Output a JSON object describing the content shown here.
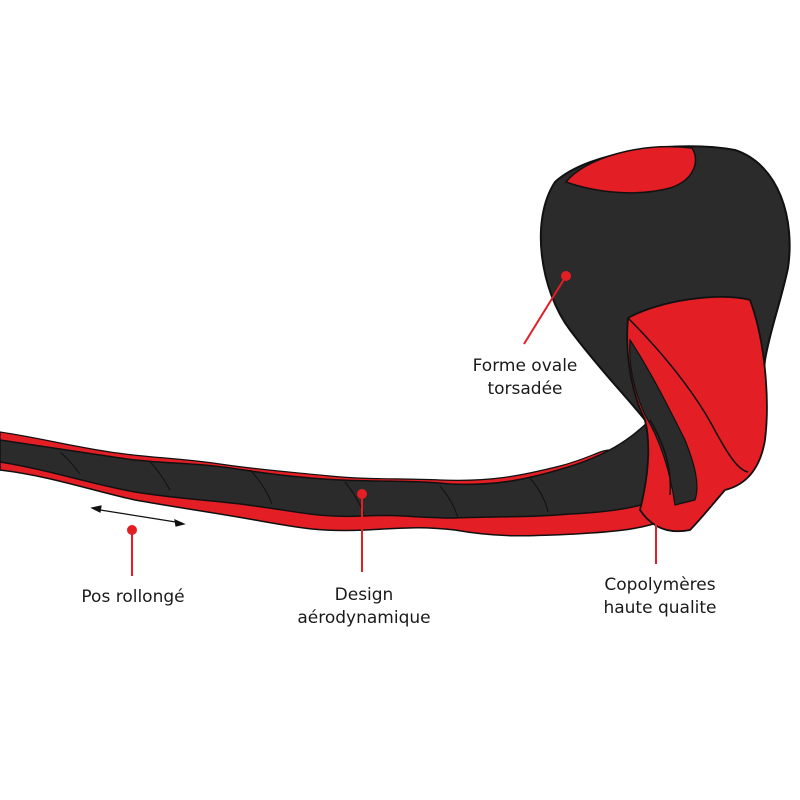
{
  "colors": {
    "red": "#e31e24",
    "dark": "#2b2b2b",
    "outline": "#111111",
    "background": "#ffffff"
  },
  "callouts": [
    {
      "id": "forme-ovale",
      "lines": [
        "Forme ovale",
        "torsadée"
      ]
    },
    {
      "id": "copolymeres",
      "lines": [
        "Copolymères",
        "haute qualite"
      ]
    },
    {
      "id": "design",
      "lines": [
        "Design",
        "aérodynamique"
      ]
    },
    {
      "id": "pos",
      "lines": [
        "Pos rollongé"
      ]
    }
  ],
  "dimension_arrow": {
    "icon": "double-arrow-icon"
  }
}
